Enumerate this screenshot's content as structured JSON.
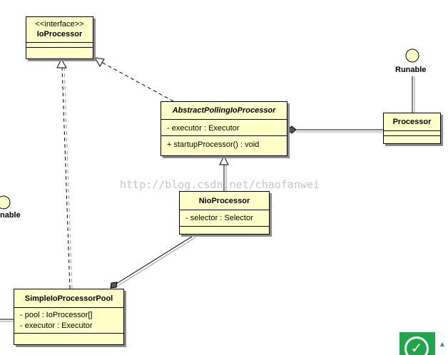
{
  "classes": {
    "ioprocessor": {
      "stereotype": "<<interface>>",
      "name": "IoProcessor"
    },
    "abstract_polling": {
      "name": "AbstractPollingIoProcessor",
      "attributes": [
        "- executor : Executor"
      ],
      "operations": [
        "+ startupProcessor() : void"
      ]
    },
    "processor": {
      "name": "Processor"
    },
    "nio_processor": {
      "name": "NioProcessor",
      "attributes": [
        "- selector : Selector"
      ]
    },
    "simple_pool": {
      "name": "SimpleIoProcessorPool",
      "attributes": [
        "- pool : IoProcessor[]",
        "- executor : Executor"
      ]
    }
  },
  "lollipops": {
    "runable_right": "Runable",
    "runable_left": "nable"
  },
  "watermark": "http://blog.csdn.net/chaofanwei",
  "badge": {
    "check": "✓"
  },
  "scroll": {
    "up": "▲"
  },
  "colors": {
    "class_fill": "#ffffc8",
    "shadow": "#8c8c8c",
    "line": "#000000",
    "badge": "#1fa64a"
  }
}
